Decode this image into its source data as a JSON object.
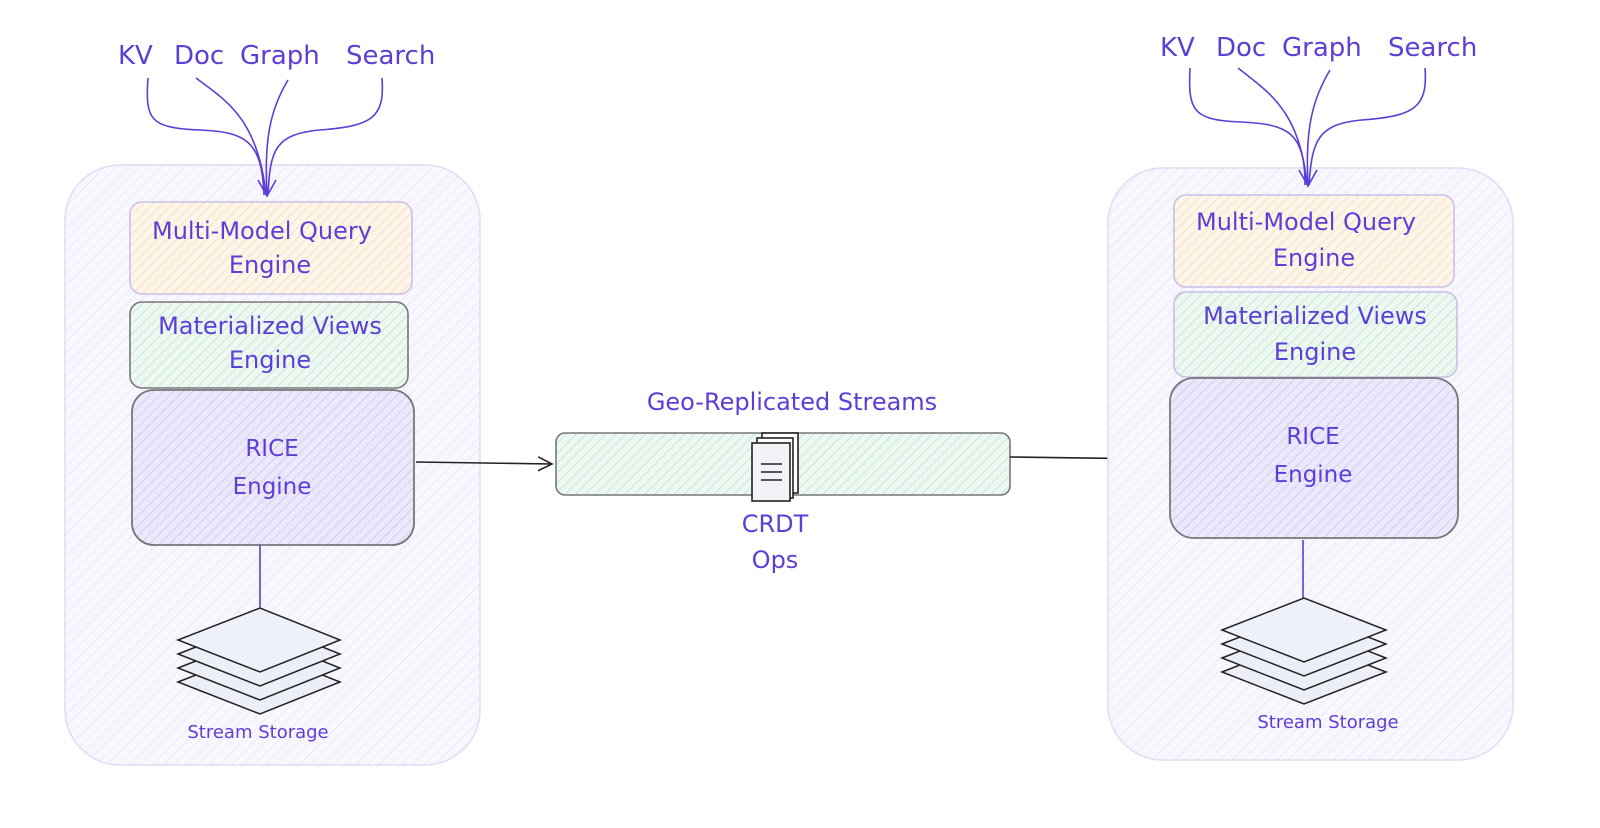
{
  "nodes": [
    {
      "query_labels": [
        "KV",
        "Doc",
        "Graph",
        "Search"
      ],
      "query_engine": [
        "Multi-Model Query",
        "Engine"
      ],
      "views_engine": [
        "Materialized Views",
        "Engine"
      ],
      "rice_engine": [
        "RICE",
        "Engine"
      ],
      "storage_label": "Stream Storage"
    },
    {
      "query_labels": [
        "KV",
        "Doc",
        "Graph",
        "Search"
      ],
      "query_engine": [
        "Multi-Model Query",
        "Engine"
      ],
      "views_engine": [
        "Materialized Views",
        "Engine"
      ],
      "rice_engine": [
        "RICE",
        "Engine"
      ],
      "storage_label": "Stream Storage"
    }
  ],
  "stream": {
    "title": "Geo-Replicated Streams",
    "ops_label": [
      "CRDT",
      "Ops"
    ]
  },
  "colors": {
    "text": "#5b3fd6",
    "node_fill": "#ece9fb",
    "query_fill": "#fde8c8",
    "views_fill": "#d8f0e1",
    "rice_fill": "#ddd6f6",
    "stream_fill": "#d8f0e1",
    "stroke": "#6b6b6b",
    "arrow": "#222222"
  }
}
